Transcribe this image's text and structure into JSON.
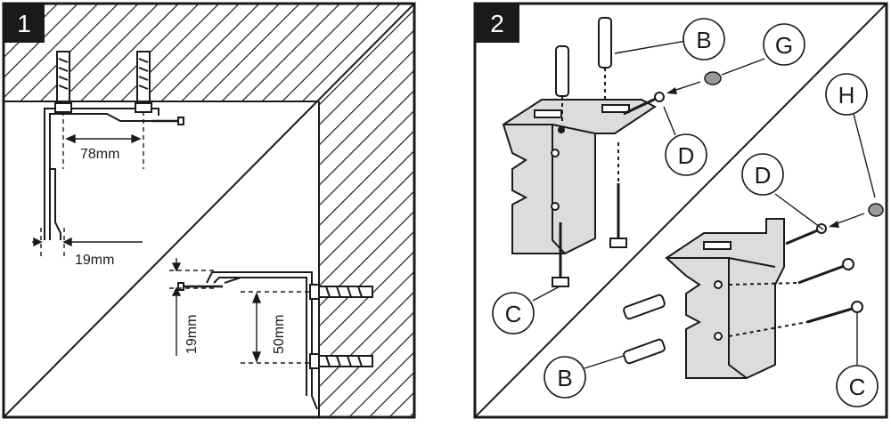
{
  "panels": [
    {
      "number": "1"
    },
    {
      "number": "2"
    }
  ],
  "dimensions": {
    "spacing_horizontal": "78mm",
    "offset_horizontal": "19mm",
    "offset_vertical": "19mm",
    "spacing_vertical": "50mm"
  },
  "labels": {
    "B": "B",
    "C": "C",
    "D": "D",
    "G": "G",
    "H": "H"
  },
  "colors": {
    "line": "#1a1a1a",
    "bracket": "#dcdcdc",
    "cap": "#9a9a9a",
    "badge": "#1a1a1a"
  }
}
